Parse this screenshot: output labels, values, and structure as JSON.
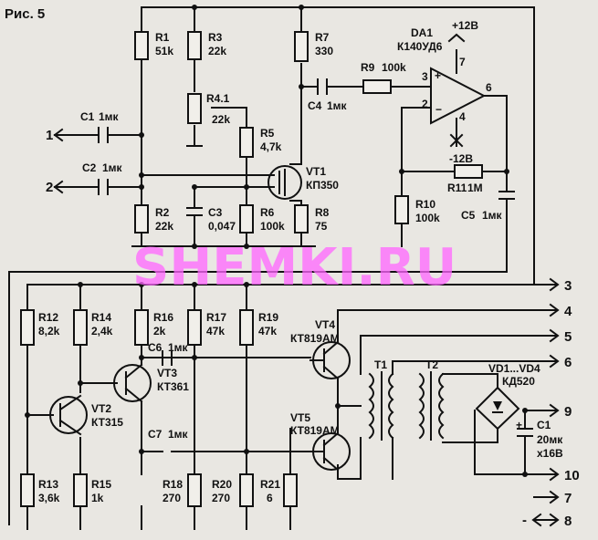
{
  "figure_label": "Рис. 5",
  "watermark": "SHEMKI.RU",
  "components": {
    "R1": {
      "ref": "R1",
      "value": "51k"
    },
    "R2": {
      "ref": "R2",
      "value": "22k"
    },
    "R3": {
      "ref": "R3",
      "value": "22k"
    },
    "R4": {
      "ref": "R4.1",
      "value": "22k"
    },
    "R5": {
      "ref": "R5",
      "value": "4,7k"
    },
    "R6": {
      "ref": "R6",
      "value": "100k"
    },
    "R7": {
      "ref": "R7",
      "value": "330"
    },
    "R8": {
      "ref": "R8",
      "value": "75"
    },
    "R9": {
      "ref": "R9",
      "value": "100k"
    },
    "R10": {
      "ref": "R10",
      "value": "100k"
    },
    "R11": {
      "ref": "R11",
      "value": "1M"
    },
    "R12": {
      "ref": "R12",
      "value": "8,2k"
    },
    "R13": {
      "ref": "R13",
      "value": "3,6k"
    },
    "R14": {
      "ref": "R14",
      "value": "2,4k"
    },
    "R15": {
      "ref": "R15",
      "value": "1k"
    },
    "R16": {
      "ref": "R16",
      "value": "2k"
    },
    "R17": {
      "ref": "R17",
      "value": "47k"
    },
    "R18": {
      "ref": "R18",
      "value": "270"
    },
    "R19": {
      "ref": "R19",
      "value": "47k"
    },
    "R20": {
      "ref": "R20",
      "value": "270"
    },
    "R21": {
      "ref": "R21",
      "value": "6"
    },
    "C1": {
      "ref": "C1",
      "value": "1мк"
    },
    "C2": {
      "ref": "C2",
      "value": "1мк"
    },
    "C3": {
      "ref": "C3",
      "value": "0,047"
    },
    "C4": {
      "ref": "C4",
      "value": "1мк"
    },
    "C5": {
      "ref": "C5",
      "value": "1мк"
    },
    "C6": {
      "ref": "C6",
      "value": "1мк"
    },
    "C7": {
      "ref": "C7",
      "value": "1мк"
    },
    "C1b": {
      "ref": "C1",
      "value": "20мк",
      "rating": "х16В"
    },
    "VT1": {
      "ref": "VT1",
      "type": "КП350"
    },
    "VT2": {
      "ref": "VT2",
      "type": "КТ315"
    },
    "VT3": {
      "ref": "VT3",
      "type": "КТ361"
    },
    "VT4": {
      "ref": "VT4",
      "type": "КТ819АМ"
    },
    "VT5": {
      "ref": "VT5",
      "type": "КТ819АМ"
    },
    "DA1": {
      "ref": "DA1",
      "type": "К140УД6",
      "supply_pos": "+12В",
      "supply_neg": "-12В",
      "pin_in_plus": "3",
      "pin_in_minus": "2",
      "pin_out": "6",
      "pin_vp": "7",
      "pin_vn": "4"
    },
    "T1": {
      "ref": "T1"
    },
    "T2": {
      "ref": "T2"
    },
    "VD": {
      "ref": "VD1...VD4",
      "type": "КД520"
    }
  },
  "terminals": [
    "1",
    "2",
    "3",
    "4",
    "5",
    "6",
    "7",
    "8",
    "9",
    "10"
  ],
  "polarity": {
    "plus": "+",
    "minus": "-"
  }
}
